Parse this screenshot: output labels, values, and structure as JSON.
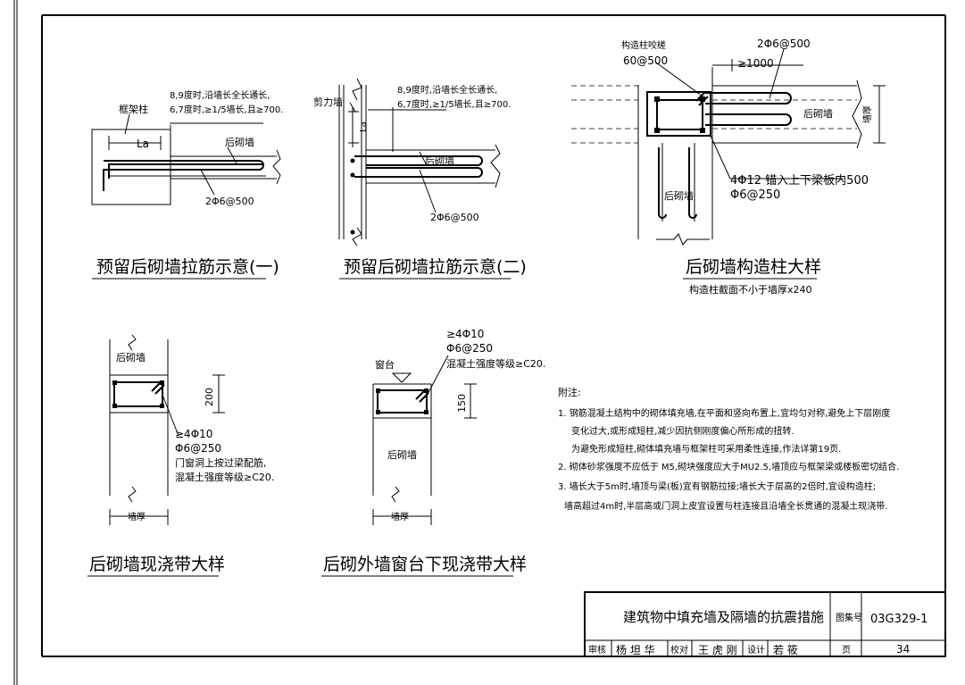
{
  "sheet": {
    "title": "建筑物中填充墙及隔墙的抗震措施",
    "atlas_label": "图集号",
    "atlas_no": "03G329-1",
    "page_label": "页",
    "page_no": "34",
    "review_label": "审核",
    "check_label": "校对",
    "design_label": "设计",
    "review_sig": "杨 坦 华",
    "check_sig": "王 虎 刚",
    "design_sig": "若 筱"
  },
  "d1": {
    "title": "预留后砌墙拉筋示意(一)",
    "frame_col": "框架柱",
    "note1": "8,9度时,沿墙长全长通长,",
    "note2": "6,7度时,≥1/5墙长,且≥700.",
    "la": "La",
    "wall": "后砌墙",
    "bar": "2Φ6@500"
  },
  "d2": {
    "title": "预留后砌墙拉筋示意(二)",
    "shear_wall": "剪力墙",
    "note1": "8,9度时,沿墙长全长通长,",
    "note2": "6,7度时,≥1/5墙长,且≥700.",
    "la": "La",
    "wall": "后砌墙",
    "bar": "2Φ6@500"
  },
  "d3": {
    "title": "后砌墙构造柱大样",
    "subtitle": "构造柱截面不小于墙厚x240",
    "bite": "构造柱咬槎",
    "bite_val": "60@500",
    "bar": "2Φ6@500",
    "len": "≥1000",
    "wall_right": "后砌墙",
    "wall_bottom": "后砌墙",
    "rebar1": "4Φ12 锚入上下梁板内500",
    "rebar2": "Φ6@250",
    "thick": "墙厚"
  },
  "d4": {
    "title": "后砌墙现浇带大样",
    "wall": "后砌墙",
    "dim": "200",
    "r1": "≥4Φ10",
    "r2": "Φ6@250",
    "r3": "门窗洞上按过梁配筋,",
    "r4": "混凝土强度等级≥C20.",
    "thick": "墙厚"
  },
  "d5": {
    "title": "后砌外墙窗台下现浇带大样",
    "sill": "窗台",
    "r1": "≥4Φ10",
    "r2": "Φ6@250",
    "r3": "混凝土强度等级≥C20.",
    "dim": "150",
    "wall": "后砌墙",
    "thick": "墙厚"
  },
  "notes": {
    "heading": "附注:",
    "lines": [
      "1. 钢筋混凝土结构中的砌体填充墙,在平面和竖向布置上,宜均匀对称,避免上下层刚度",
      "变化过大,或形成短柱,减少因抗侧刚度偏心所形成的扭转.",
      "为避免形成短柱,砌体填充墙与框架柱可采用柔性连接,作法详第19页.",
      "2. 砌体砂浆强度不应低于 M5,砌块强度应大于MU2.5,墙顶应与框架梁或楼板密切结合.",
      "3. 墙长大于5m时,墙顶与梁(板)宜有钢筋拉接;墙长大于层高的2倍时,宜设构造柱;",
      "墙高超过4m时,半层高或门洞上皮宜设置与柱连接且沿墙全长贯通的混凝土现浇带."
    ]
  }
}
